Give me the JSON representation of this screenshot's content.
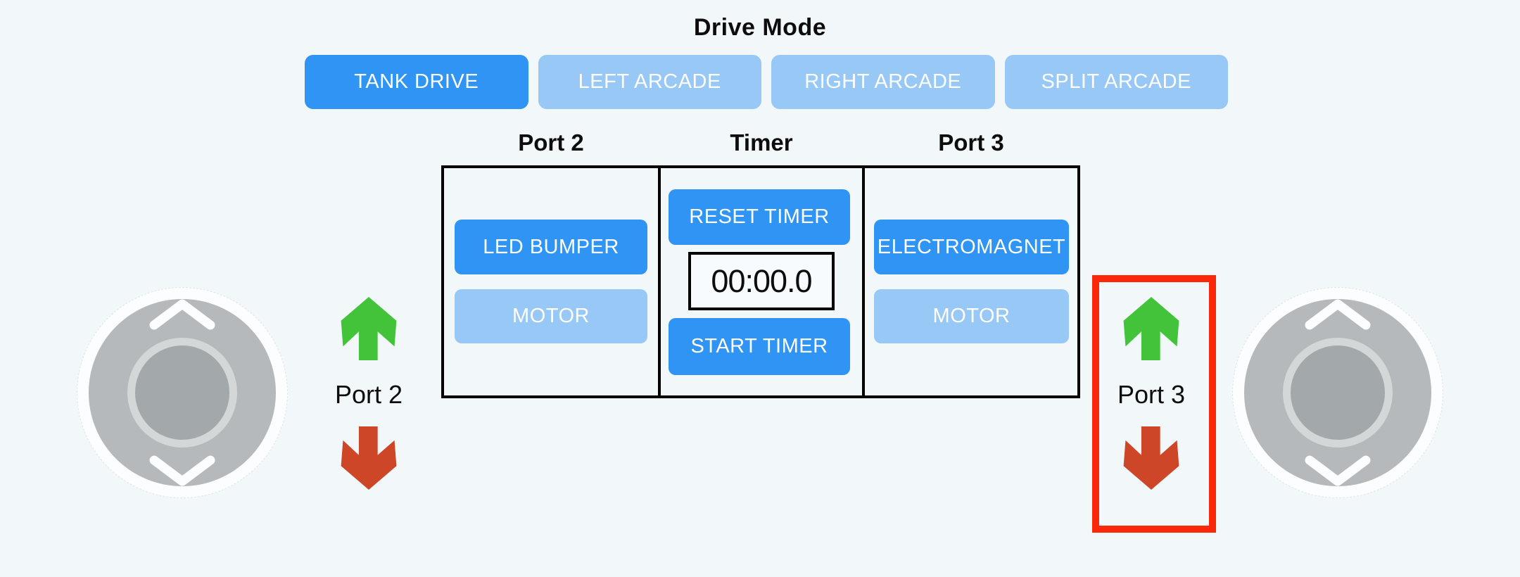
{
  "drive_mode": {
    "title": "Drive Mode",
    "buttons": [
      {
        "label": "TANK DRIVE",
        "active": true
      },
      {
        "label": "LEFT ARCADE",
        "active": false
      },
      {
        "label": "RIGHT ARCADE",
        "active": false
      },
      {
        "label": "SPLIT ARCADE",
        "active": false
      }
    ]
  },
  "board": {
    "headers": [
      "Port 2",
      "Timer",
      "Port 3"
    ],
    "port2": {
      "buttons": [
        {
          "label": "LED BUMPER",
          "active": true
        },
        {
          "label": "MOTOR",
          "active": false
        }
      ]
    },
    "timer": {
      "reset_label": "RESET TIMER",
      "display": "00:00.0",
      "start_label": "START TIMER"
    },
    "port3": {
      "buttons": [
        {
          "label": "ELECTROMAGNET",
          "active": true
        },
        {
          "label": "MOTOR",
          "active": false
        }
      ]
    }
  },
  "left_group": {
    "label": "Port 2",
    "up_arrow": "green-up-arrow",
    "down_arrow": "red-down-arrow"
  },
  "right_group": {
    "label": "Port 3",
    "up_arrow": "green-up-arrow",
    "down_arrow": "red-down-arrow",
    "highlighted": true
  },
  "colors": {
    "background": "#f2f7f9",
    "button_active": "#2f94f3",
    "button_inactive": "#97c8f6",
    "button_text": "#ffffff",
    "text": "#0d0d0d",
    "border": "#000000",
    "timer_box_bg": "#f8fbfd",
    "arrow_up_green": "#43c33a",
    "arrow_down_red": "#cd4628",
    "highlight_red": "#fa2808",
    "joystick_base": "#b5b9bb",
    "joystick_halo": "#fbfdfe",
    "joystick_knob": "#a3a8aa",
    "joystick_knob_ring": "#d3d7d8",
    "chevron_white": "#fcfdfe"
  }
}
